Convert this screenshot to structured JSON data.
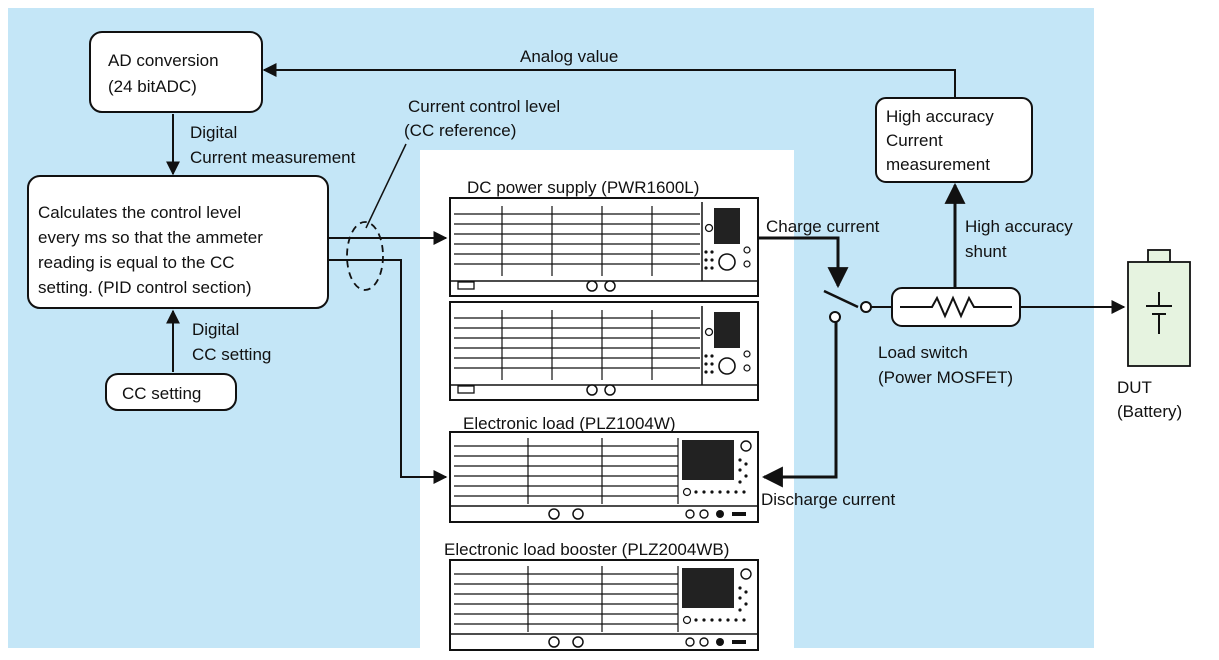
{
  "colors": {
    "background_panel": "#c4e6f7",
    "equipment_panel": "#ffffff",
    "battery_fill": "#e6f3e0",
    "line": "#111111"
  },
  "boxes": {
    "ad_conversion": [
      "AD conversion",
      "(24 bitADC)"
    ],
    "pid_control": [
      "Calculates the control level",
      "every ms so that the ammeter",
      "reading is equal to the CC",
      "setting. (PID control section)"
    ],
    "cc_setting": "CC setting",
    "current_measurement": [
      "High accuracy",
      "Current",
      "measurement"
    ]
  },
  "labels": {
    "analog_value": "Analog value",
    "digital_current_measurement": [
      "Digital",
      "Current measurement"
    ],
    "digital_cc_setting": [
      "Digital",
      "CC setting"
    ],
    "current_control_level": [
      "Current control level",
      "(CC reference)"
    ],
    "charge_current": "Charge current",
    "discharge_current": "Discharge current",
    "high_accuracy_shunt": [
      "High accuracy",
      "shunt"
    ],
    "load_switch": [
      "Load switch",
      "(Power MOSFET)"
    ],
    "dut": [
      "DUT",
      "(Battery)"
    ]
  },
  "devices": {
    "dc_power_supply": "DC power supply (PWR1600L)",
    "electronic_load": "Electronic load (PLZ1004W)",
    "electronic_load_booster": "Electronic load booster (PLZ2004WB)"
  },
  "icons": [
    "battery-icon",
    "resistor-icon",
    "switch-icon",
    "power-supply-unit-icon",
    "electronic-load-unit-icon"
  ]
}
